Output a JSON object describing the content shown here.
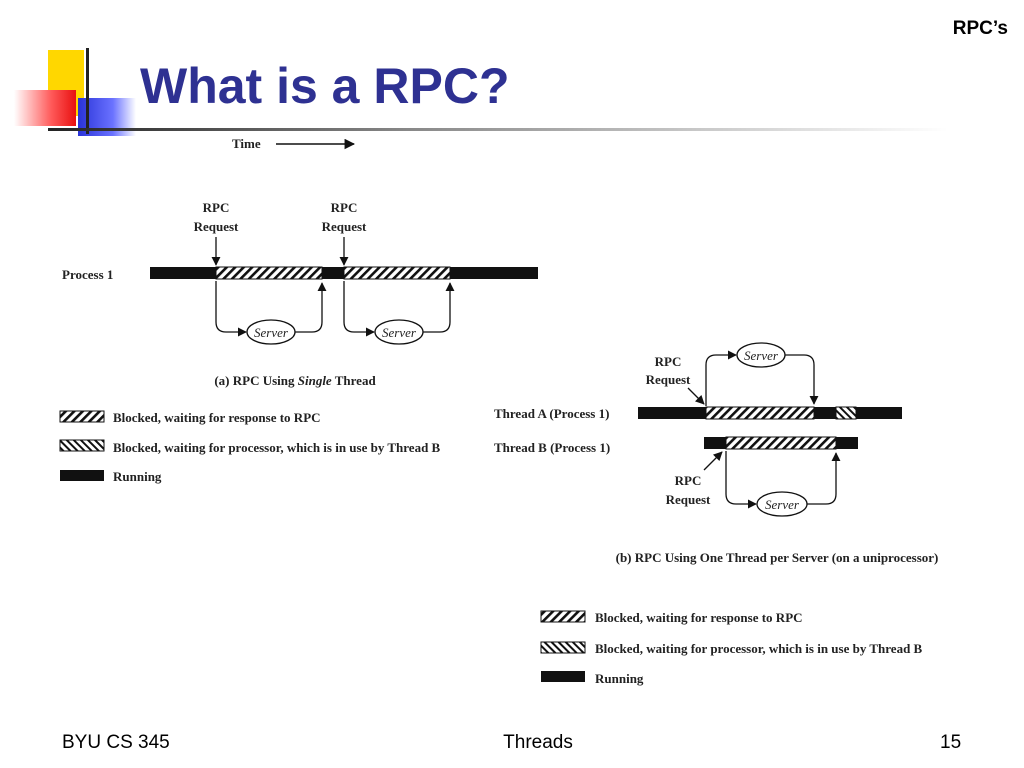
{
  "slide": {
    "title": "What is a RPC?",
    "corner_label": "RPC’s"
  },
  "footer": {
    "left": "BYU CS 345",
    "center": "Threads",
    "page_number": "15"
  },
  "figure": {
    "time_label": "Time",
    "part_a": {
      "rpc_label_line1": "RPC",
      "rpc_label_line2": "Request",
      "process_label": "Process 1",
      "server_label": "Server",
      "caption_prefix": "(a) RPC Using ",
      "caption_italic": "Single",
      "caption_suffix": " Thread"
    },
    "part_b": {
      "rpc_label_line1": "RPC",
      "rpc_label_line2": "Request",
      "thread_a_label": "Thread A (Process 1)",
      "thread_b_label": "Thread B (Process 1)",
      "server_label": "Server",
      "caption": "(b) RPC Using One Thread per Server (on a uniprocessor)"
    },
    "legend": [
      {
        "key": "blocked-rpc",
        "label": "Blocked, waiting for response to RPC"
      },
      {
        "key": "blocked-processor",
        "label": "Blocked, waiting for processor, which is in use by Thread B"
      },
      {
        "key": "running",
        "label": "Running"
      }
    ]
  }
}
